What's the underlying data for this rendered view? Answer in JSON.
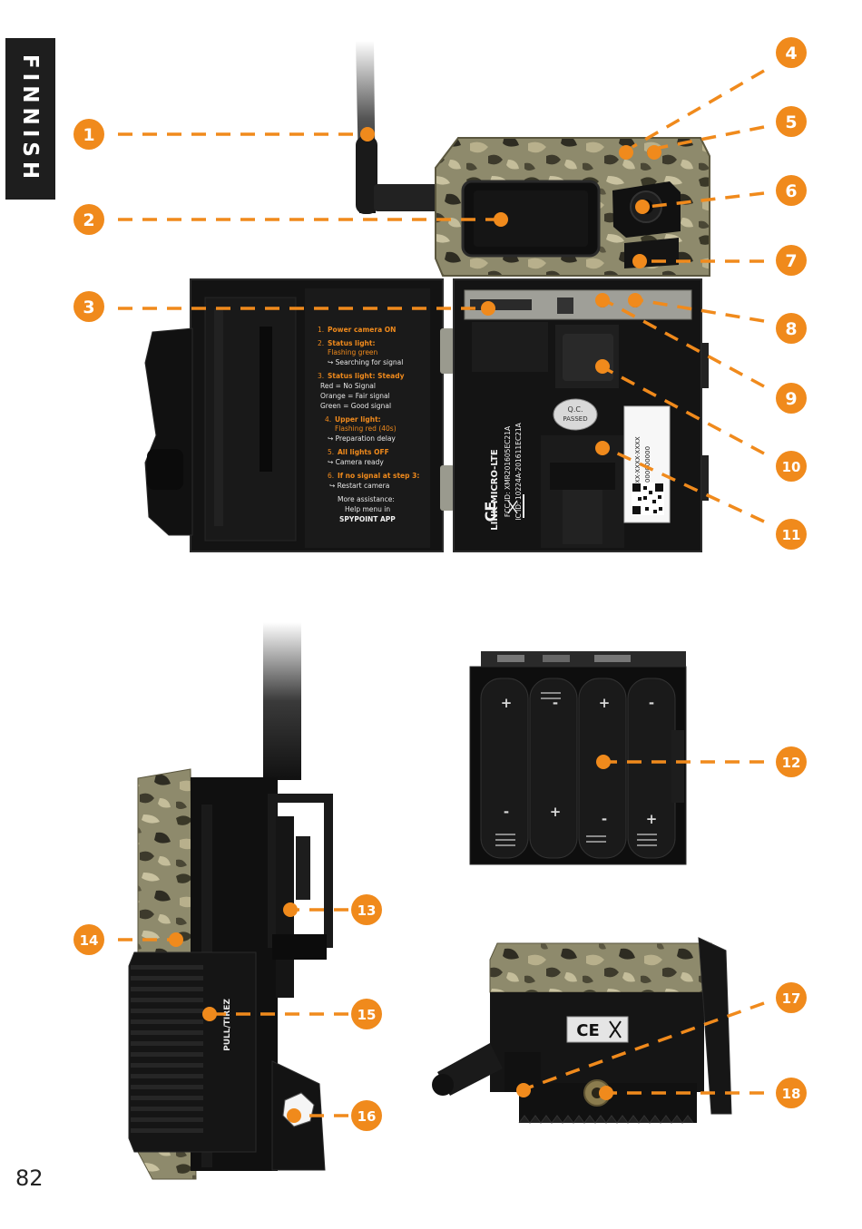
{
  "section_tab": "FINNISH",
  "page_number": "82",
  "accent_color": "#f08a1c",
  "callouts": [
    "1",
    "2",
    "3",
    "4",
    "5",
    "6",
    "7",
    "8",
    "9",
    "10",
    "11",
    "12",
    "13",
    "14",
    "15",
    "16",
    "17",
    "18"
  ],
  "door_instructions": [
    {
      "num": "1.",
      "text": "Power camera ON",
      "accent": true
    },
    {
      "num": "2.",
      "text": "Status light:",
      "accent": true
    },
    {
      "num": "",
      "text": "Flashing green",
      "accent": true
    },
    {
      "num": "",
      "text": "↪ Searching for signal",
      "accent": false
    },
    {
      "num": "3.",
      "text": "Status light: Steady",
      "accent": true
    },
    {
      "num": "",
      "text": "Red = No Signal",
      "accent": false
    },
    {
      "num": "",
      "text": "Orange = Fair signal",
      "accent": false
    },
    {
      "num": "",
      "text": "Green = Good signal",
      "accent": false
    },
    {
      "num": "4.",
      "text": "Upper light:",
      "accent": true
    },
    {
      "num": "",
      "text": "Flashing red (40s)",
      "accent": true
    },
    {
      "num": "",
      "text": "↪ Preparation delay",
      "accent": false
    },
    {
      "num": "5.",
      "text": "All lights OFF",
      "accent": true
    },
    {
      "num": "",
      "text": "↪ Camera ready",
      "accent": false
    },
    {
      "num": "6.",
      "text": "If no signal at step 3:",
      "accent": true
    },
    {
      "num": "",
      "text": "↪ Restart camera",
      "accent": false
    },
    {
      "num": "",
      "text": "More assistance:",
      "accent": false
    },
    {
      "num": "",
      "text": "Help menu in",
      "accent": false
    },
    {
      "num": "",
      "text": "SPYPOINT APP",
      "accent": false
    }
  ],
  "model_label": "LINK-MICRO-LTE",
  "fcc_label": "FCC ID: XMR201605EC21A",
  "ic_label": "IC ID: 10224A-201611EC21A",
  "qc_label_top": "Q.C.",
  "qc_label_bottom": "PASSED",
  "serial_label": "XXXX-XXXX-XXXX",
  "imei_label": "000000000",
  "ce_mark": "CE",
  "battery_tray_label": "PULL/TIREZ",
  "battery_plus": "+",
  "battery_minus": "-"
}
